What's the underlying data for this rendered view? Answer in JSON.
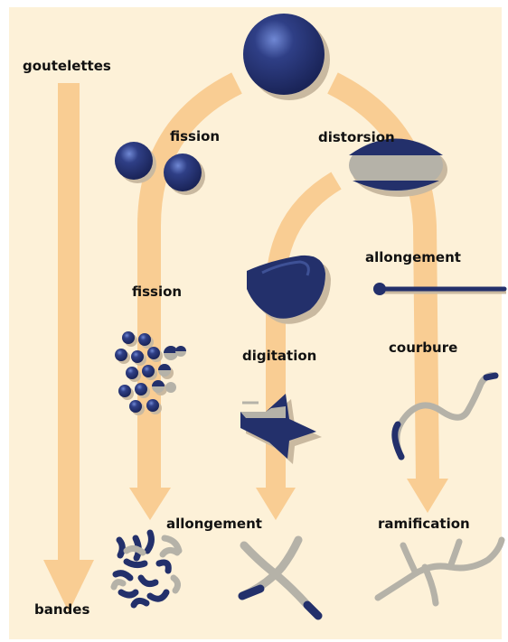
{
  "labels": {
    "top": "goutelettes",
    "bottom": "bandes",
    "fission_1": "fission",
    "distorsion": "distorsion",
    "fission_2": "fission",
    "allongement_1": "allongement",
    "digitation": "digitation",
    "courbure": "courbure",
    "allongement_2": "allongement",
    "ramification": "ramification"
  },
  "colors": {
    "background": "#fdf1d8",
    "arrow": "#f9cd93",
    "droplet": "#23306b",
    "droplet_highlight": "#5a72c2",
    "band_gray": "#b5b2a8",
    "shadow": "#c9b9a0"
  }
}
